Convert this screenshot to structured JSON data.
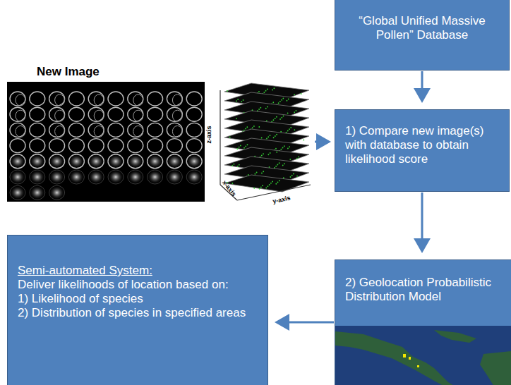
{
  "diagram": {
    "nodes": [
      {
        "text": [
          "“Global Unified Massive Pollen” Database"
        ]
      },
      {
        "text": [
          "1) Compare new image(s) with database to obtain likelihood score"
        ]
      },
      {
        "text": [
          "2) Geolocation Probabilistic Distribution Model"
        ]
      },
      {
        "text": [
          "Semi-automated System:",
          "Deliver likelihoods of location based on:",
          "1) Likelihood of species",
          "2) Distribution of species in specified areas"
        ]
      }
    ],
    "edges": [
      {
        "from": 0,
        "to": 1,
        "arrow": "to"
      },
      {
        "from": 1,
        "to": 2,
        "arrow": "to"
      },
      {
        "from": 2,
        "to": 3,
        "arrow": "to"
      }
    ],
    "labels": [
      "New Image",
      "z-axis",
      "x-axis",
      "y-axis"
    ]
  }
}
